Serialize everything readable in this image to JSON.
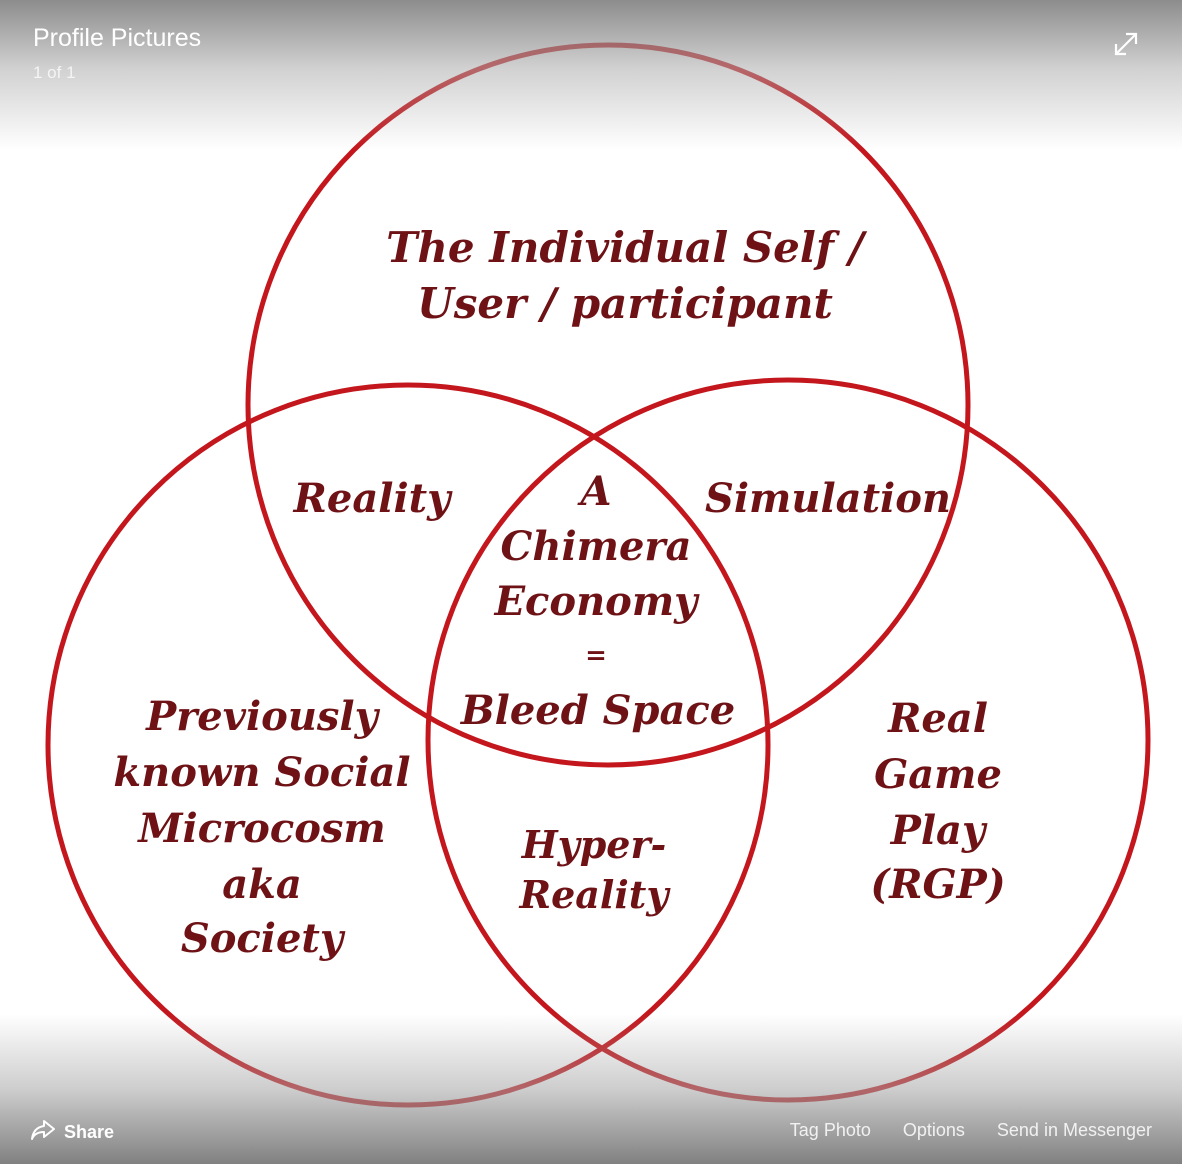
{
  "header": {
    "album_title": "Profile Pictures",
    "counter": "1 of 1",
    "expand_icon": "expand-arrows-icon"
  },
  "footer": {
    "share_label": "Share",
    "share_icon": "share-arrow-icon",
    "tag_photo_label": "Tag Photo",
    "options_label": "Options",
    "send_label": "Send in Messenger"
  },
  "photo": {
    "circle_color": "#c3171d",
    "text_color": "#6e1216",
    "labels": {
      "top_line1": "The Individual Self /",
      "top_line2": "User / participant",
      "reality": "Reality",
      "simulation": "Simulation",
      "center_line1": "A",
      "center_line2": "Chimera",
      "center_line3": "Economy",
      "center_line4": "=",
      "center_line5": "Bleed Space",
      "left_line1": "Previously",
      "left_line2": "known Social",
      "left_line3": "Microcosm",
      "left_line4": "aka",
      "left_line5": "Society",
      "bottom_line1": "Hyper-",
      "bottom_line2": "Reality",
      "right_line1": "Real",
      "right_line2": "Game",
      "right_line3": "Play",
      "right_line4": "(RGP)"
    }
  }
}
